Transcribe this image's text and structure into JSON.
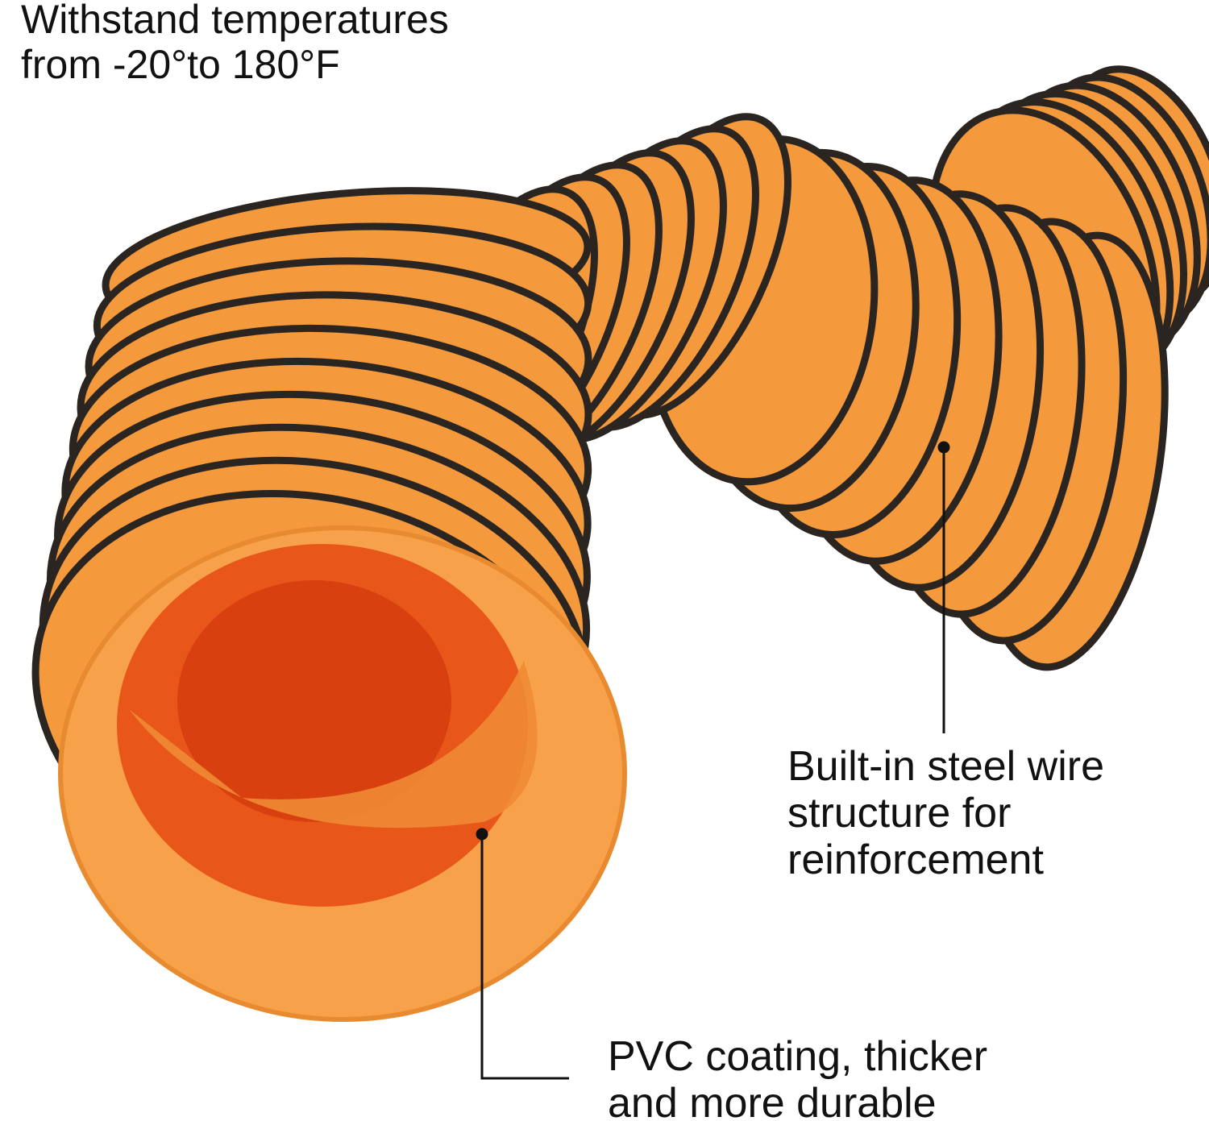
{
  "annotations": {
    "temperature": {
      "line1": "Withstand temperatures",
      "line2": "from -20°to 180°F"
    },
    "steel_wire": {
      "line1": "Built-in steel wire",
      "line2": "structure for",
      "line3": "reinforcement"
    },
    "pvc": {
      "line1": "PVC coating, thicker",
      "line2": "and more durable"
    }
  },
  "colors": {
    "hose": "#f59a3c",
    "hose_dark": "#e0761e",
    "inner": "#e8561a",
    "wire": "#2b2522",
    "text": "#111111"
  }
}
